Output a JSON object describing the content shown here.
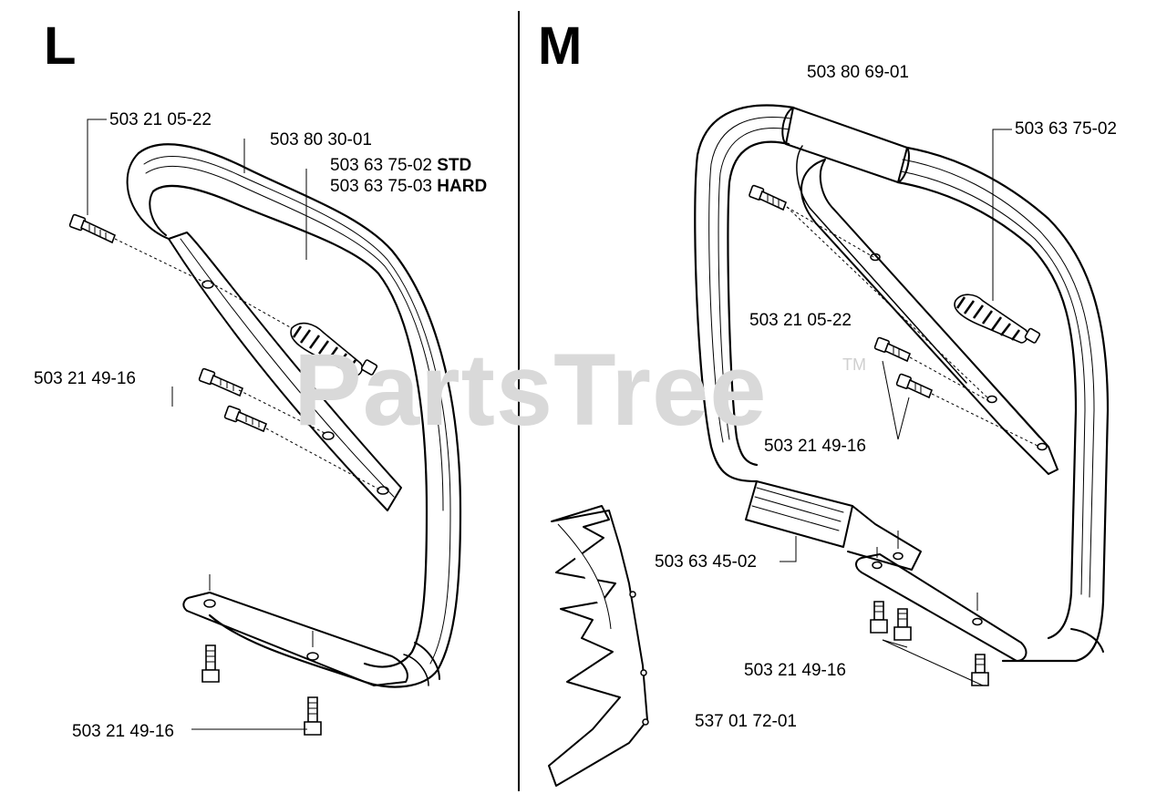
{
  "sections": {
    "left": "L",
    "right": "M"
  },
  "watermark": {
    "text": "PartsTree",
    "mark": "TM"
  },
  "labels_left": {
    "bolt_top": "503 21 05-22",
    "handle": "503 80 30-01",
    "av_std_num": "503 63 75-02",
    "av_std_tag": "STD",
    "av_hard_num": "503 63 75-03",
    "av_hard_tag": "HARD",
    "screws_mid": "503 21 49-16",
    "screw_bottom": "503 21 49-16"
  },
  "labels_right": {
    "handle": "503 80 69-01",
    "av": "503 63 75-02",
    "bolt": "503 21 05-22",
    "screws_mid": "503 21 49-16",
    "grip": "503 63 45-02",
    "screws_bottom": "503 21 49-16",
    "plate": "537 01 72-01"
  }
}
